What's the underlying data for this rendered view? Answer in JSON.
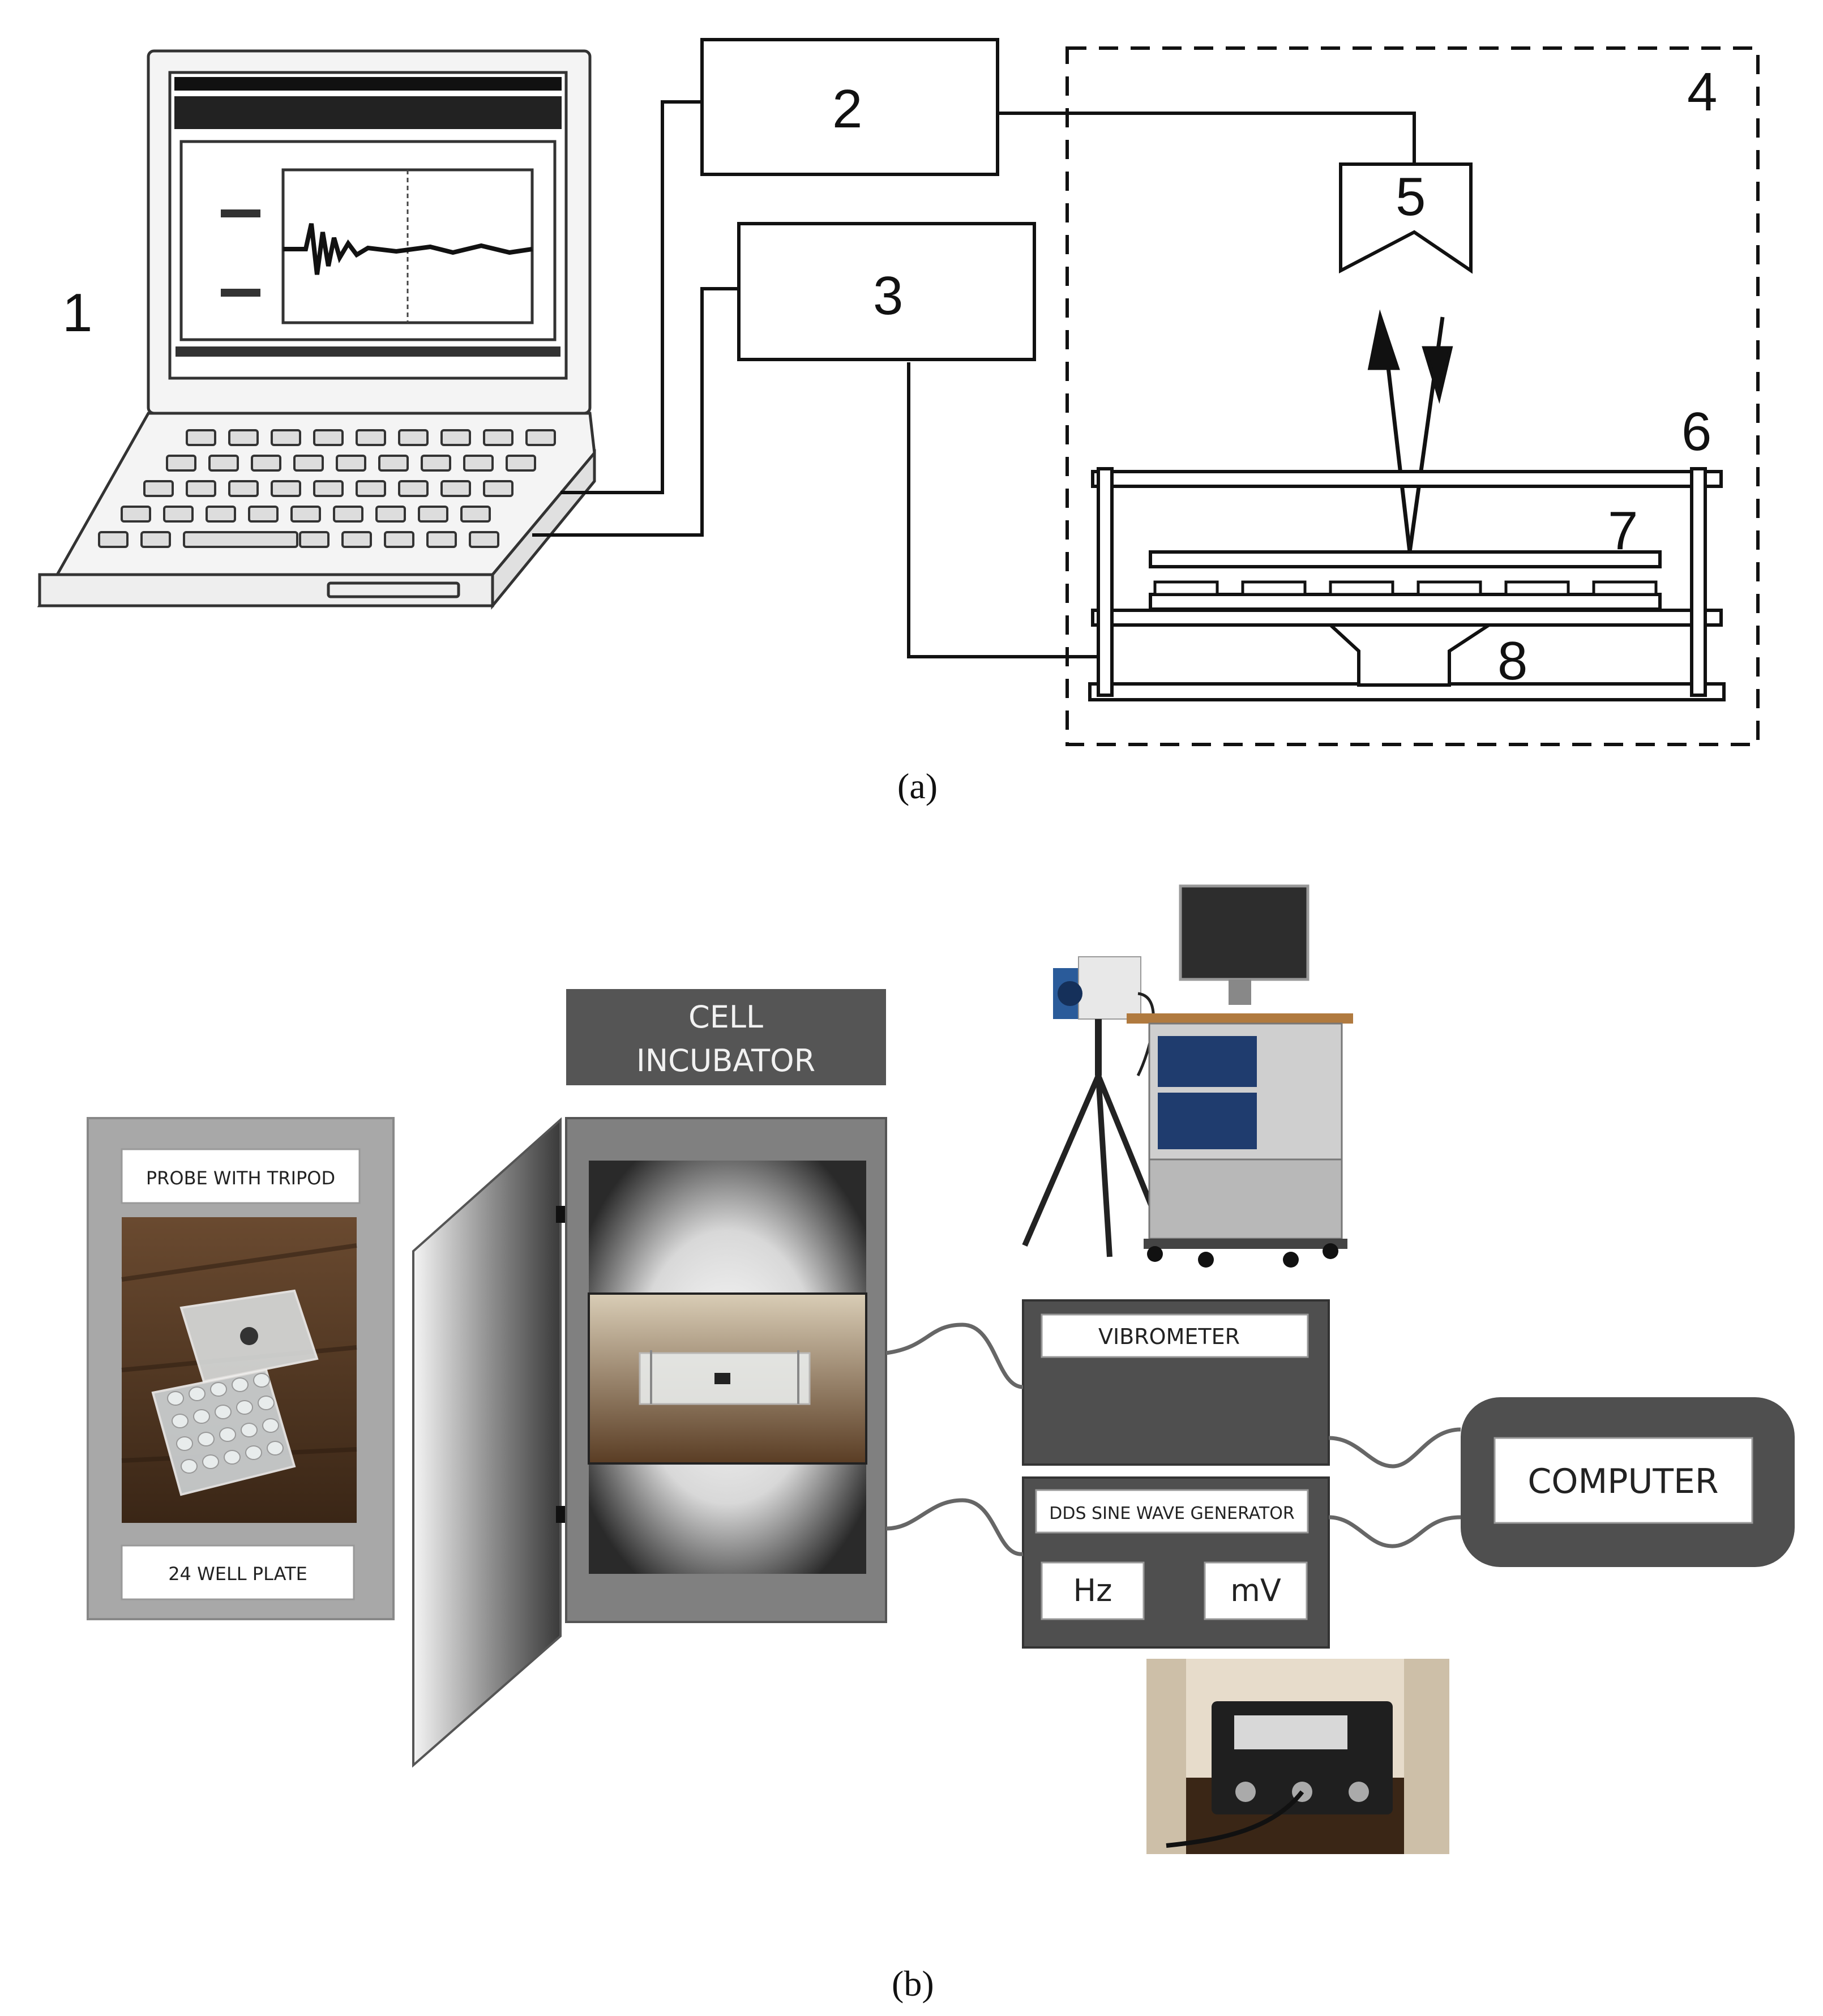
{
  "panel_a": {
    "labels": {
      "laptop": "1",
      "box2": "2",
      "box3": "3",
      "enclosure": "4",
      "probe": "5",
      "frame": "6",
      "plate": "7",
      "speaker": "8"
    },
    "caption": "(a)"
  },
  "panel_b": {
    "probe_label": "PROBE WITH TRIPOD",
    "plate_label": "24 WELL PLATE",
    "incubator_title_line1": "CELL",
    "incubator_title_line2": "INCUBATOR",
    "vibrometer_label": "VIBROMETER",
    "generator_label": "DDS SINE WAVE GENERATOR",
    "hz_label": "Hz",
    "mv_label": "mV",
    "computer_label": "COMPUTER",
    "caption": "(b)"
  }
}
